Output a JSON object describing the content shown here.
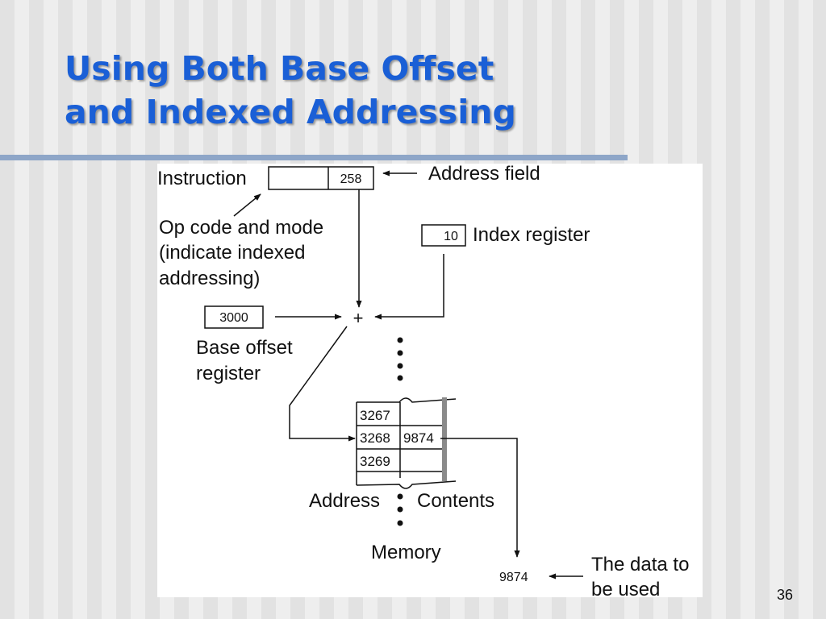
{
  "slide": {
    "title_line1": "Using Both Base Offset",
    "title_line2": "and Indexed Addressing",
    "page_number": "36",
    "title_color": "#1a5fd6"
  },
  "diagram": {
    "instruction_label": "Instruction",
    "address_field_value": "258",
    "address_field_label": "Address field",
    "opcode_line1": "Op code and mode",
    "opcode_line2": "(indicate indexed",
    "opcode_line3": "addressing)",
    "index_register_value": "10",
    "index_register_label": "Index register",
    "base_offset_value": "3000",
    "base_offset_line1": "Base offset",
    "base_offset_line2": "register",
    "adder_symbol": "+",
    "memory_rows": [
      {
        "address": "3267",
        "contents": ""
      },
      {
        "address": "3268",
        "contents": "9874"
      },
      {
        "address": "3269",
        "contents": ""
      }
    ],
    "address_col_label": "Address",
    "contents_col_label": "Contents",
    "memory_label": "Memory",
    "result_value": "9874",
    "data_label_line1": "The data to",
    "data_label_line2": "be used"
  }
}
